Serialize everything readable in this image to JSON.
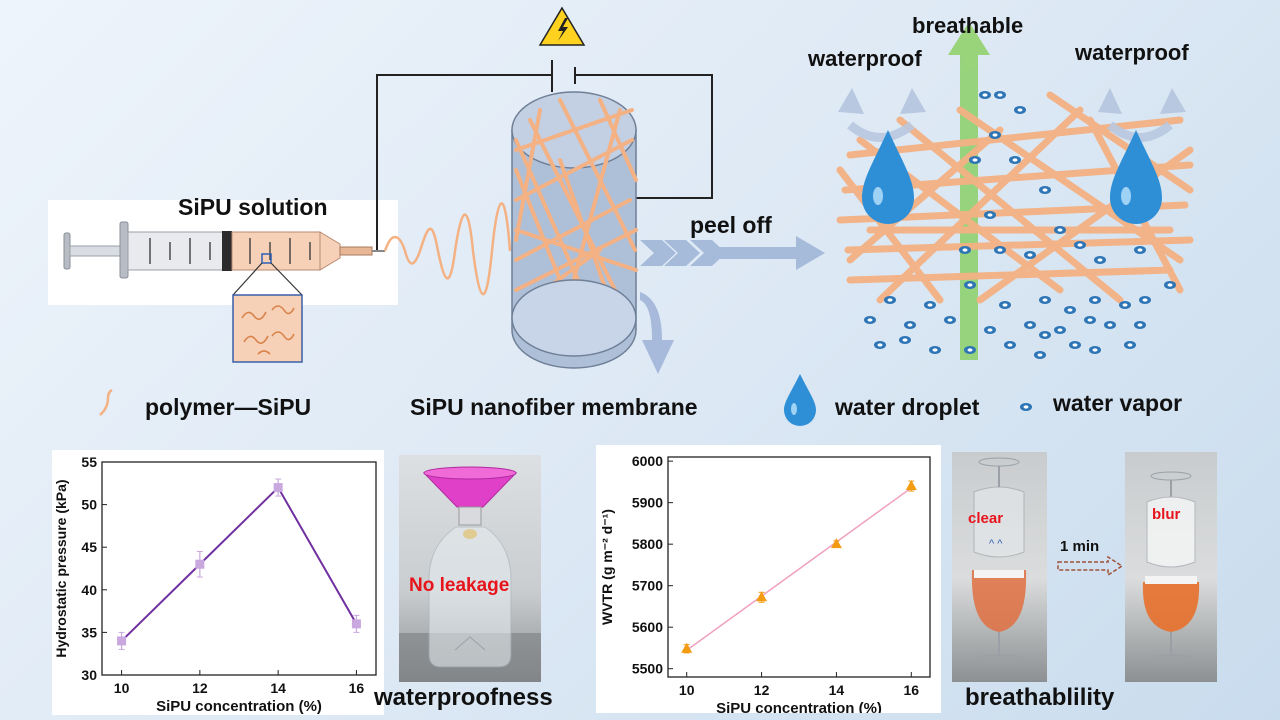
{
  "top": {
    "syringe_label": "SiPU solution",
    "peel_label": "peel off",
    "breathable": "breathable",
    "waterproof_left": "waterproof",
    "waterproof_right": "waterproof",
    "legend_polymer": "polymer—SiPU",
    "legend_membrane": "SiPU nanofiber membrane",
    "legend_droplet": "water droplet",
    "legend_vapor": "water vapor"
  },
  "bottom": {
    "photo1_text": "No leakage",
    "caption1": "waterproofness",
    "photo2_left_text": "clear",
    "photo2_right_text": "blur",
    "photo2_arrow_text": "1 min",
    "caption2": "breathablility"
  },
  "colors": {
    "fiber": "#f4b183",
    "vapor": "#2e75b6",
    "droplet": "#2e8fd6",
    "chart1_line": "#7030a0",
    "chart1_marker": "#c9a8e0",
    "chart2_line": "#f0a0c0",
    "chart2_marker": "#f39c12",
    "photo_text": "#e8141c"
  },
  "chart_data": [
    {
      "type": "line",
      "x": [
        10,
        12,
        14,
        16
      ],
      "values": [
        34,
        43,
        52,
        36
      ],
      "errors": [
        1,
        1.5,
        1,
        1
      ],
      "xlabel": "SiPU concentration (%)",
      "ylabel": "Hydrostatic pressure (kPa)",
      "xlim": [
        9.5,
        16.5
      ],
      "ylim": [
        30,
        55
      ],
      "xticks": [
        10,
        12,
        14,
        16
      ],
      "yticks": [
        30,
        35,
        40,
        45,
        50,
        55
      ],
      "grid": false
    },
    {
      "type": "line",
      "x": [
        10,
        12,
        14,
        16
      ],
      "values": [
        5548,
        5672,
        5800,
        5940
      ],
      "errors": [
        10,
        12,
        8,
        12
      ],
      "xlabel": "SiPU concentration (%)",
      "ylabel": "WVTR (g m⁻² d⁻¹)",
      "xlim": [
        9.5,
        16.5
      ],
      "ylim": [
        5480,
        6010
      ],
      "xticks": [
        10,
        12,
        14,
        16
      ],
      "yticks": [
        5500,
        5600,
        5700,
        5800,
        5900,
        6000
      ],
      "grid": false
    }
  ]
}
